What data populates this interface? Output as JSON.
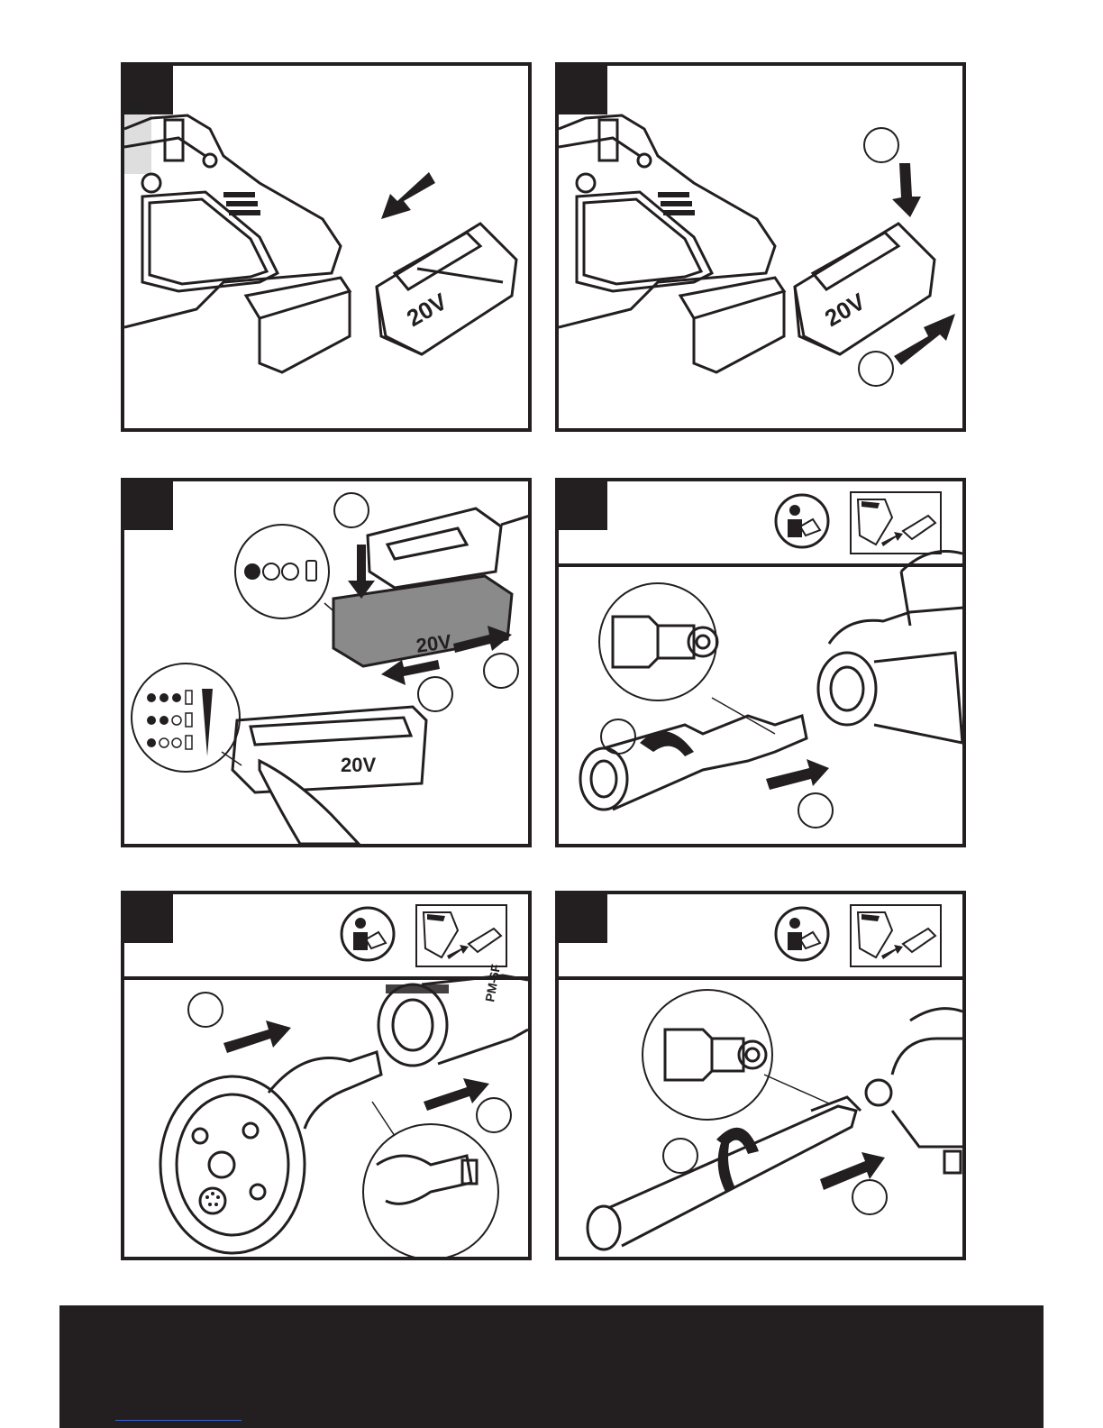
{
  "panels": [
    {
      "id": "1",
      "battery_label": "20V"
    },
    {
      "id": "2",
      "battery_label": "20V"
    },
    {
      "id": "3",
      "battery_label": "20V"
    },
    {
      "id": "4"
    },
    {
      "id": "5",
      "lance_label": "PM-6F"
    },
    {
      "id": "6"
    }
  ],
  "icons": {
    "manual": "read-manual-icon",
    "battery_removed": "battery-removed-icon"
  },
  "colors": {
    "ink": "#231f20",
    "paper": "#ffffff",
    "grey": "#8a8a8a"
  }
}
